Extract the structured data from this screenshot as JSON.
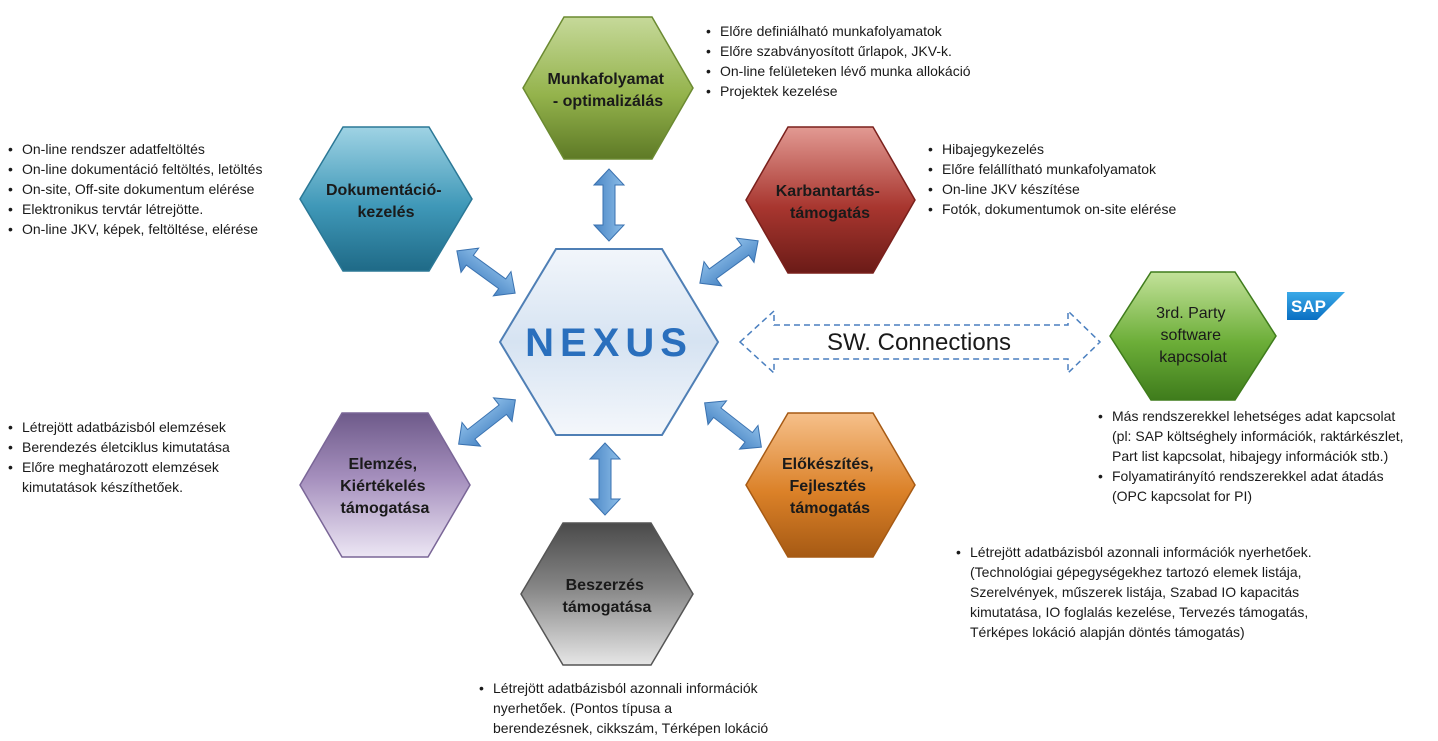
{
  "center": {
    "label": "NEXUS"
  },
  "nodes": {
    "munkafolyamat": {
      "lines": [
        "Munkafolyamat",
        "- optimalizálás"
      ]
    },
    "dokumentacio": {
      "lines": [
        "Dokumentáció-",
        "kezelés"
      ]
    },
    "karbantartas": {
      "lines": [
        "Karbantartás-",
        "támogatás"
      ]
    },
    "elemzes": {
      "lines": [
        "Elemzés,",
        "Kiértékelés",
        "támogatása"
      ]
    },
    "elokeszites": {
      "lines": [
        "Előkészítés,",
        "Fejlesztés",
        "támogatás"
      ]
    },
    "beszerzes": {
      "lines": [
        "Beszerzés",
        "támogatása"
      ]
    },
    "third_party": {
      "lines": [
        "3rd. Party",
        "software",
        "kapcsolat"
      ]
    }
  },
  "connection": {
    "label": "SW. Connections"
  },
  "logo": {
    "text": "SAP"
  },
  "lists": {
    "munkafolyamat": [
      "Előre definiálható munkafolyamatok",
      "Előre szabványosított űrlapok, JKV-k.",
      "On-line felületeken lévő munka allokáció",
      "Projektek kezelése"
    ],
    "dokumentacio": [
      "On-line rendszer adatfeltöltés",
      "On-line dokumentáció feltöltés, letöltés",
      "On-site, Off-site dokumentum elérése",
      "Elektronikus tervtár létrejötte.",
      "On-line JKV, képek, feltöltése, elérése"
    ],
    "karbantartas": [
      "Hibajegykezelés",
      "Előre felállítható munkafolyamatok",
      "On-line JKV készítése",
      "Fotók, dokumentumok on-site elérése"
    ],
    "third_party": {
      "b1": "Más rendszerekkel lehetséges adat kapcsolat",
      "b1_c1": "(pl: SAP költséghely információk, raktárkészlet,",
      "b1_c2": "Part list kapcsolat, hibajegy információk stb.)",
      "b2": "Folyamatirányító rendszerekkel adat átadás",
      "b2_c1": "(OPC kapcsolat for PI)"
    },
    "elemzes": {
      "b1": "Létrejött adatbázisból elemzések",
      "b2": "Berendezés életciklus kimutatása",
      "b3": "Előre meghatározott elemzések",
      "b3_c1": "kimutatások készíthetőek."
    },
    "elokeszites": {
      "b1": "Létrejött adatbázisból azonnali információk nyerhetőek.",
      "c1": "(Technológiai gépegységekhez tartozó elemek listája,",
      "c2": "Szerelvények, műszerek listája, Szabad IO kapacitás",
      "c3": "kimutatása, IO foglalás kezelése, Tervezés támogatás,",
      "c4": "Térképes lokáció alapján döntés támogatás)"
    },
    "beszerzes": {
      "b1": "Létrejött adatbázisból azonnali információk",
      "c1": "nyerhetőek. (Pontos típusa a",
      "c2": "berendezésnek, cikkszám, Térképen lokáció"
    }
  },
  "colors": {
    "green": "#94b34c",
    "blue": "#3f98b8",
    "red": "#a8362f",
    "purple": "#a58fbd",
    "orange": "#db8128",
    "gray": "#737373",
    "bright_green": "#6cae38",
    "arrow": "#5b9bd5",
    "nexus_text": "#2a6fbd"
  },
  "icons": [
    "double-arrow-icon",
    "sap-logo"
  ]
}
